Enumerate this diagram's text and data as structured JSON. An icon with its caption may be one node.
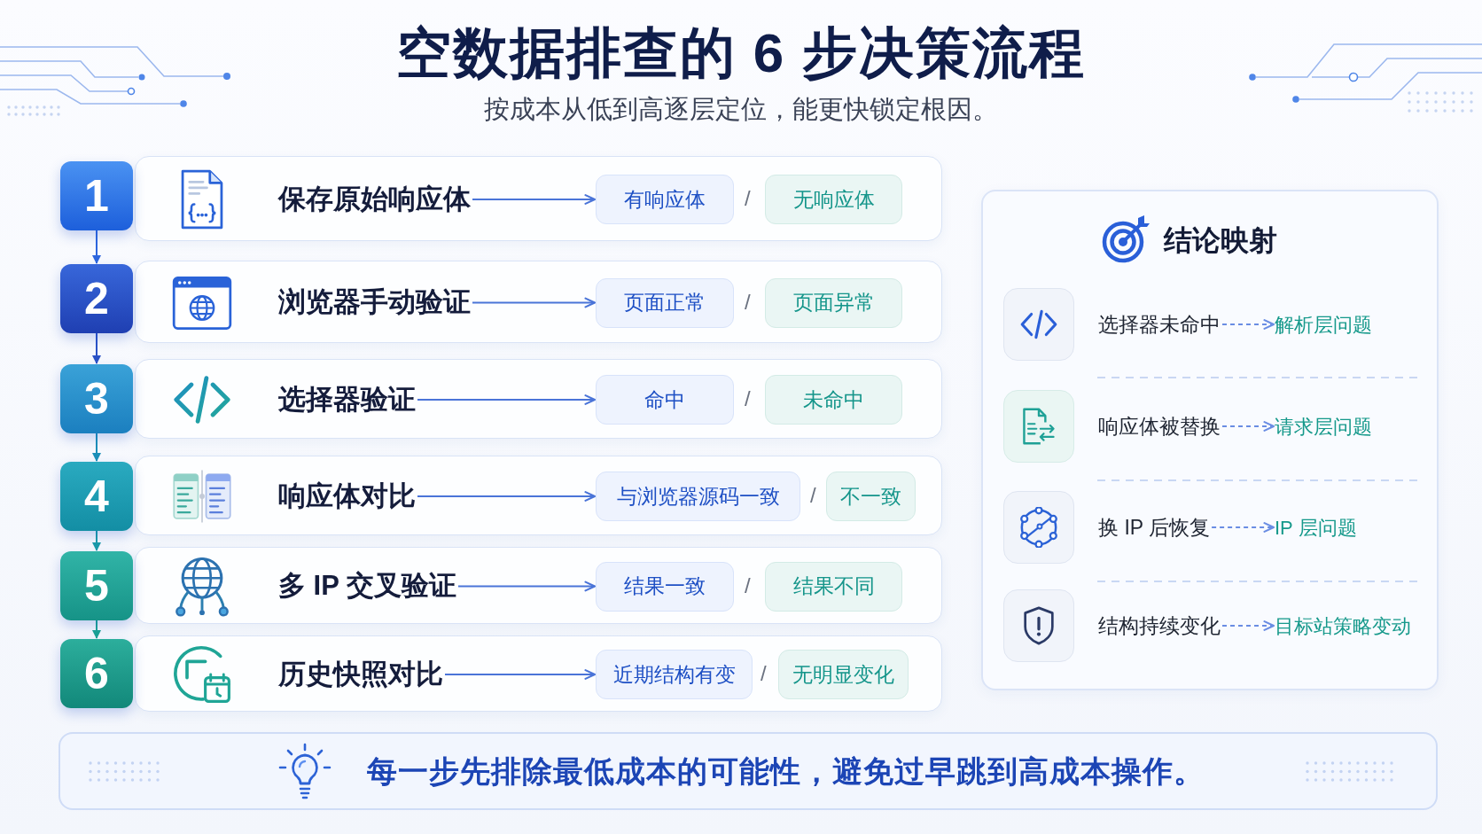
{
  "diagram": {
    "title": "空数据排查的 6 步决策流程",
    "nodes": [
      {
        "text": [
          "1"
        ]
      },
      {
        "text": [],
        "shape": "box"
      },
      {
        "text": [
          "保存原始响应体"
        ],
        "in": 1
      },
      {
        "text": [
          "有响应体"
        ],
        "in": 1
      },
      {
        "text": [
          "无响应体"
        ],
        "in": 1
      },
      {
        "text": [
          "2"
        ]
      },
      {
        "text": [],
        "shape": "box"
      },
      {
        "text": [
          "浏览器手动验证"
        ],
        "in": 6
      },
      {
        "text": [
          "页面正常"
        ],
        "in": 6
      },
      {
        "text": [
          "页面异常"
        ],
        "in": 6
      },
      {
        "text": [
          "3"
        ]
      },
      {
        "text": [],
        "shape": "box"
      },
      {
        "text": [
          "选择器验证"
        ],
        "in": 11
      },
      {
        "text": [
          "命中"
        ],
        "in": 11
      },
      {
        "text": [
          "未命中"
        ],
        "in": 11
      },
      {
        "text": [
          "4"
        ]
      },
      {
        "text": [],
        "shape": "box"
      },
      {
        "text": [
          "响应体对比"
        ],
        "in": 16
      },
      {
        "text": [
          "与浏览器源码一致"
        ],
        "in": 16
      },
      {
        "text": [
          "不一致"
        ],
        "in": 16
      },
      {
        "text": [
          "5"
        ]
      },
      {
        "text": [],
        "shape": "box"
      },
      {
        "text": [
          "多 IP 交叉验证"
        ],
        "in": 21
      },
      {
        "text": [
          "结果一致"
        ],
        "in": 21
      },
      {
        "text": [
          "结果不同"
        ],
        "in": 21
      },
      {
        "text": [
          "6"
        ]
      },
      {
        "text": [],
        "shape": "box"
      },
      {
        "text": [
          "历史快照对比"
        ],
        "in": 26
      },
      {
        "text": [
          "近期结构有变"
        ],
        "in": 26
      },
      {
        "text": [
          "无明显变化"
        ],
        "in": 26
      },
      {
        "text": [
          "结论映射"
        ]
      },
      {
        "text": [
          "选择器未命中"
        ],
        "in": 30
      },
      {
        "text": [
          "解析层问题"
        ],
        "in": 30
      },
      {
        "text": [
          "响应体被替换"
        ],
        "in": 30
      },
      {
        "text": [
          "请求层问题"
        ],
        "in": 30
      },
      {
        "text": [
          "换 IP 后恢复"
        ],
        "in": 30
      },
      {
        "text": [
          "IP 层问题"
        ],
        "in": 30
      },
      {
        "text": [
          "结构持续变化"
        ],
        "in": 30
      },
      {
        "text": [
          "目标站策略变动"
        ],
        "in": 30
      },
      {
        "text": [
          "每一步先排除最低成本的可能性，避免过早跳到高成本操作。"
        ]
      }
    ],
    "edges": [
      {
        "from": 2,
        "to": 3,
        "arrow": "to"
      },
      {
        "from": 7,
        "to": 8,
        "arrow": "to"
      },
      {
        "from": 12,
        "to": 13,
        "arrow": "to"
      },
      {
        "from": 17,
        "to": 18,
        "arrow": "to"
      },
      {
        "from": 22,
        "to": 23,
        "arrow": "to"
      },
      {
        "from": 27,
        "to": 28,
        "arrow": "to"
      },
      {
        "from": 0,
        "to": 5,
        "arrow": "to",
        "color": "#2d66de"
      },
      {
        "from": 5,
        "to": 10,
        "arrow": "to",
        "color": "#2a52c6"
      },
      {
        "from": 10,
        "to": 15,
        "arrow": "to",
        "color": "#1b8fb8"
      },
      {
        "from": 15,
        "to": 20,
        "arrow": "to",
        "color": "#1a9ba9"
      },
      {
        "from": 20,
        "to": 25,
        "arrow": "to",
        "color": "#1aa394"
      },
      {
        "from": 31,
        "to": 32,
        "arrow": "to",
        "style": "dashed",
        "color": "#6a8de3"
      },
      {
        "from": 33,
        "to": 34,
        "arrow": "to",
        "style": "dashed",
        "color": "#6a8de3"
      },
      {
        "from": 35,
        "to": 36,
        "arrow": "to",
        "style": "dashed",
        "color": "#6a8de3"
      },
      {
        "from": 37,
        "to": 38,
        "arrow": "to",
        "style": "dashed",
        "color": "#6a8de3"
      }
    ],
    "labels": [
      "按成本从低到高逐层定位，能更快锁定根因。",
      "/",
      "/",
      "/",
      "/",
      "/",
      "/"
    ]
  }
}
